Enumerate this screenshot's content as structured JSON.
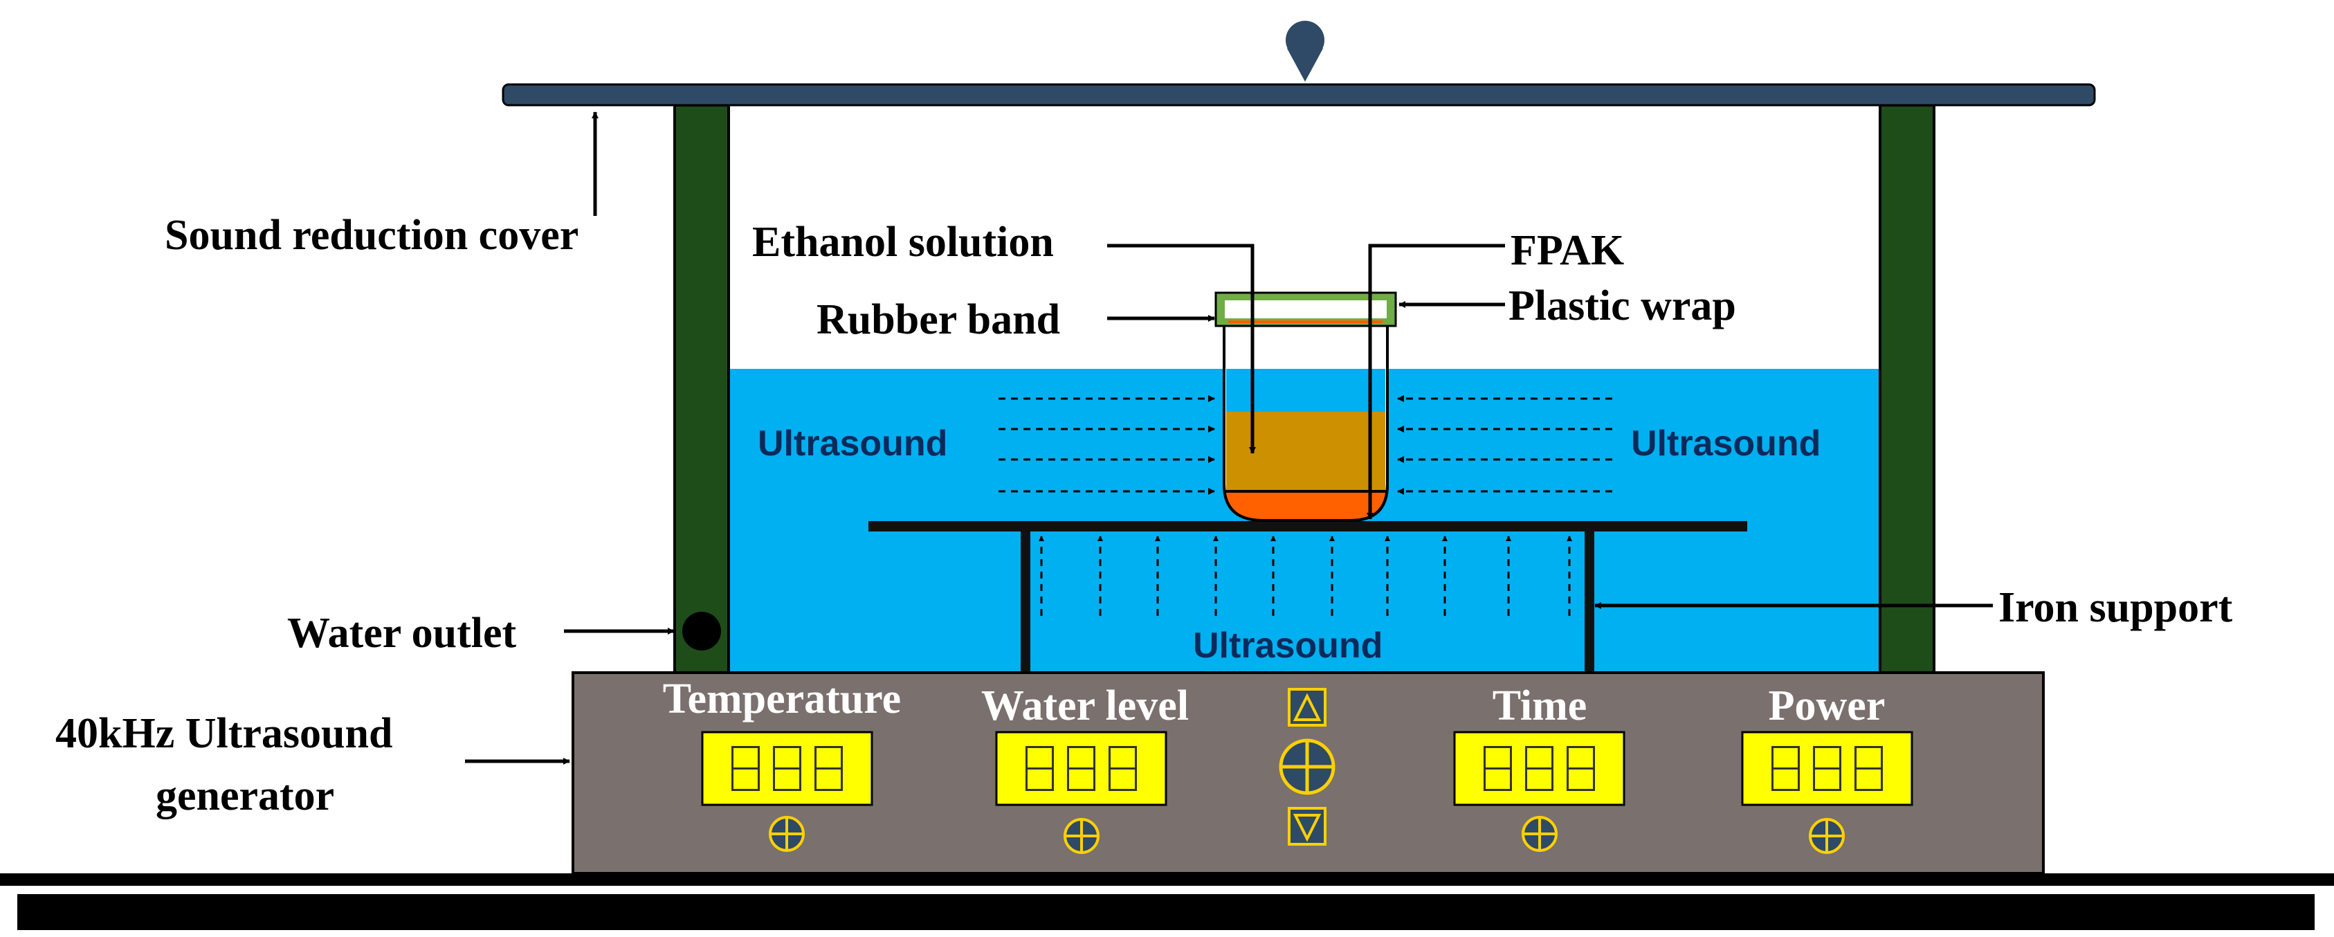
{
  "labels": {
    "sound_reduction_cover": "Sound reduction cover",
    "ethanol_solution": "Ethanol solution",
    "fpak": "FPAK",
    "rubber_band": "Rubber band",
    "plastic_wrap": "Plastic wrap",
    "ultrasound_left": "Ultrasound",
    "ultrasound_right": "Ultrasound",
    "ultrasound_bottom": "Ultrasound",
    "water_outlet": "Water outlet",
    "iron_support": "Iron support",
    "generator_line1": "40kHz Ultrasound",
    "generator_line2": "generator"
  },
  "panel": {
    "temperature": "Temperature",
    "water_level": "Water level",
    "time": "Time",
    "power": "Power",
    "digit_glyph": "日日日"
  },
  "colors": {
    "cover": "#2e4a66",
    "pillars": "#1e4d1a",
    "water": "#00b0f0",
    "generator": "#7a706e",
    "display": "#ffff00",
    "ethanol": "#cc9000",
    "fpak": "#ff6000",
    "rubber_band": "#70ad47",
    "base": "#000000"
  },
  "icons": {
    "drop": "water-drop-icon",
    "knob": "plus-knob-icon",
    "up": "triangle-up-icon",
    "down": "triangle-down-icon"
  }
}
